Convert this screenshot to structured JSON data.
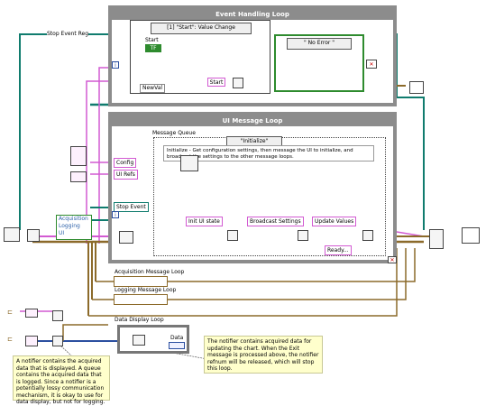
{
  "loops": {
    "event_handling": "Event Handling Loop",
    "ui_message": "UI Message Loop",
    "acquisition": "Acquisition Message Loop",
    "logging": "Logging Message Loop",
    "data_display": "Data Display Loop"
  },
  "event_case": {
    "selector": "[1] \"Start\": Value Change",
    "start_label": "Start",
    "start_terminal": "TF",
    "newval_label": "NewVal",
    "message": "Start"
  },
  "error_case": {
    "selector": "\" No Error \""
  },
  "labels": {
    "stop_event_reg": "Stop Event Reg",
    "config": "Config",
    "ui_refs": "UI Refs",
    "stop_event": "Stop Event",
    "message_queue": "Message Queue",
    "acquisition": "Acquisition",
    "logging": "Logging",
    "ui": "UI",
    "data": "Data",
    "iteration": "i",
    "stop_terminal": "TF"
  },
  "message_case": {
    "selector": "\"Initialize\"",
    "description": "Initialize - Get configuration settings, then message the UI to initialize, and broadcast the settings to the other message loops.",
    "messages": {
      "init_ui": "Init UI state",
      "broadcast": "Broadcast Settings",
      "update_ui": "Update Values",
      "ready": "Ready..."
    }
  },
  "notes": {
    "left": "A notifier contains the acquired data that is displayed. A queue contains the acquired data that is logged. Since a notifier is a potentially lossy communication mechanism, it is okay to use for data display, but not for logging.",
    "right": "The notifier contains acquired data for updating the chart. When the Exit message is processed above, the notifier refnum will be released, which will stop this loop."
  },
  "colors": {
    "loop_frame": "#8c8c8c",
    "cluster_wire": "#d25ad2",
    "string_wire": "#e04ad8",
    "error_wire": "#c8a018",
    "refnum_wire": "#107c6e",
    "boolean_wire": "#2e8b2e",
    "dataflow_brown": "#8c6a2a",
    "note_bg": "#ffffcc"
  }
}
